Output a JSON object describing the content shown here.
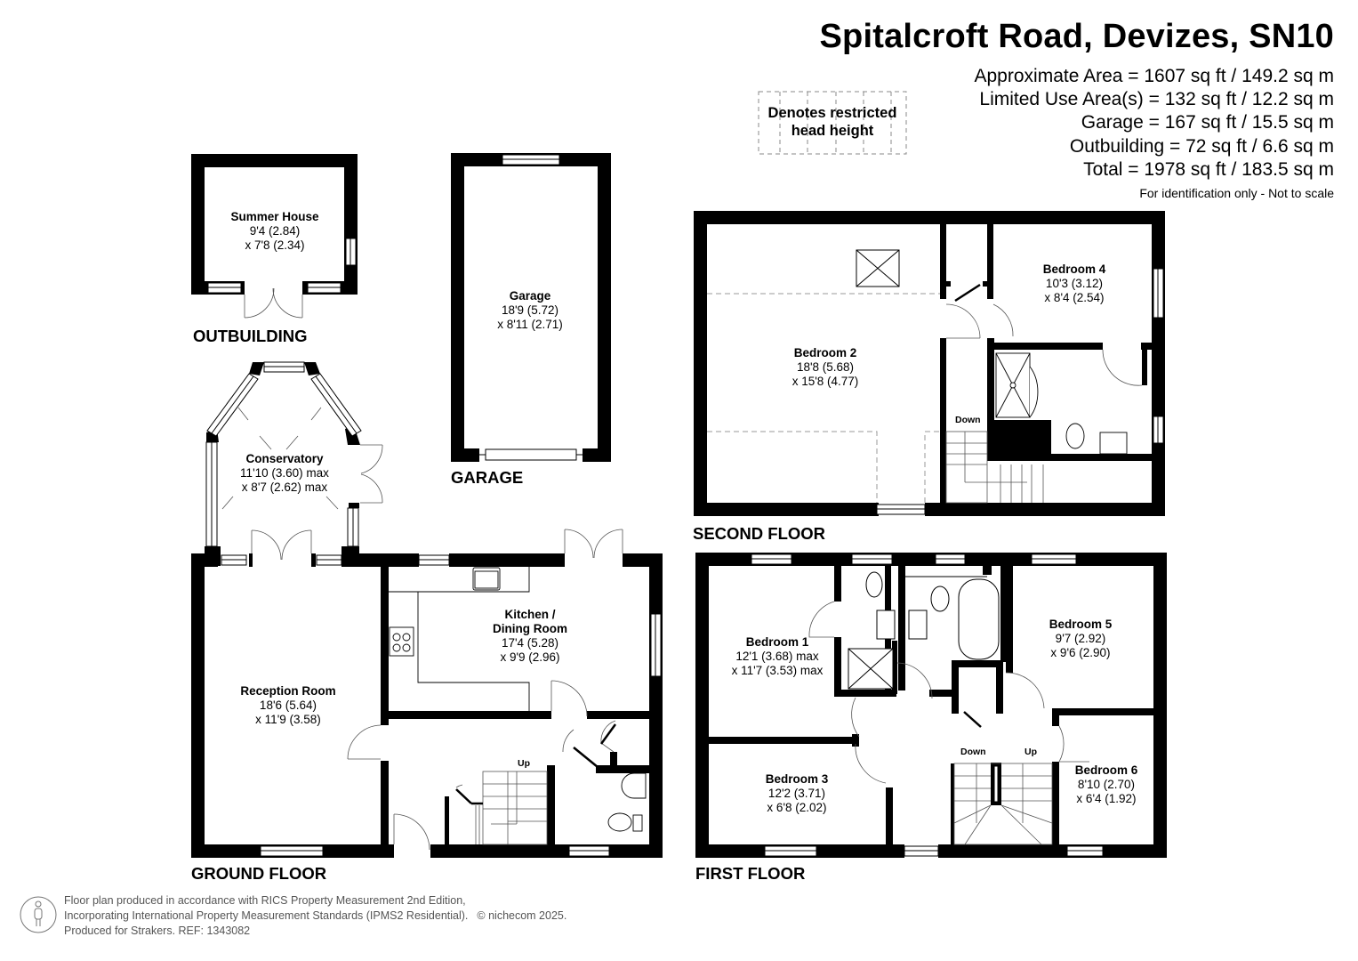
{
  "header": {
    "title": "Spitalcroft Road, Devizes, SN10",
    "areas": [
      "Approximate Area = 1607 sq ft / 149.2 sq m",
      "Limited Use Area(s) = 132 sq ft / 12.2 sq m",
      "Garage = 167 sq ft / 15.5 sq m",
      "Outbuilding = 72 sq ft / 6.6 sq m",
      "Total = 1978 sq ft / 183.5 sq m"
    ],
    "note": "For identification only - Not to scale"
  },
  "legend": {
    "line1": "Denotes restricted",
    "line2": "head height"
  },
  "floors": {
    "outbuilding": {
      "label": "OUTBUILDING",
      "rooms": [
        {
          "name": "Summer House",
          "dim1": "9'4 (2.84)",
          "dim2": "x 7'8 (2.34)"
        }
      ]
    },
    "garage": {
      "label": "GARAGE",
      "rooms": [
        {
          "name": "Garage",
          "dim1": "18'9 (5.72)",
          "dim2": "x 8'11 (2.71)"
        }
      ]
    },
    "ground": {
      "label": "GROUND FLOOR",
      "stair": "Up",
      "rooms": [
        {
          "name": "Conservatory",
          "dim1": "11'10 (3.60) max",
          "dim2": "x 8'7 (2.62) max"
        },
        {
          "name": "Reception Room",
          "dim1": "18'6 (5.64)",
          "dim2": "x 11'9 (3.58)"
        },
        {
          "name": "Kitchen /",
          "name2": "Dining Room",
          "dim1": "17'4 (5.28)",
          "dim2": "x 9'9 (2.96)"
        }
      ]
    },
    "second": {
      "label": "SECOND FLOOR",
      "stair": "Down",
      "rooms": [
        {
          "name": "Bedroom 2",
          "dim1": "18'8 (5.68)",
          "dim2": "x 15'8 (4.77)"
        },
        {
          "name": "Bedroom 4",
          "dim1": "10'3 (3.12)",
          "dim2": "x 8'4 (2.54)"
        }
      ]
    },
    "first": {
      "label": "FIRST FLOOR",
      "stair_down": "Down",
      "stair_up": "Up",
      "rooms": [
        {
          "name": "Bedroom 1",
          "dim1": "12'1 (3.68) max",
          "dim2": "x 11'7 (3.53) max"
        },
        {
          "name": "Bedroom 5",
          "dim1": "9'7 (2.92)",
          "dim2": "x 9'6 (2.90)"
        },
        {
          "name": "Bedroom 3",
          "dim1": "12'2 (3.71)",
          "dim2": "x 6'8 (2.02)"
        },
        {
          "name": "Bedroom 6",
          "dim1": "8'10 (2.70)",
          "dim2": "x 6'4 (1.92)"
        }
      ]
    }
  },
  "footer": {
    "line1": "Floor plan produced in accordance with RICS Property Measurement 2nd Edition,",
    "line2": "Incorporating International Property Measurement Standards (IPMS2 Residential).",
    "copyright": "© nichecom 2025.",
    "line3": "Produced for Strakers.   REF: 1343082"
  }
}
